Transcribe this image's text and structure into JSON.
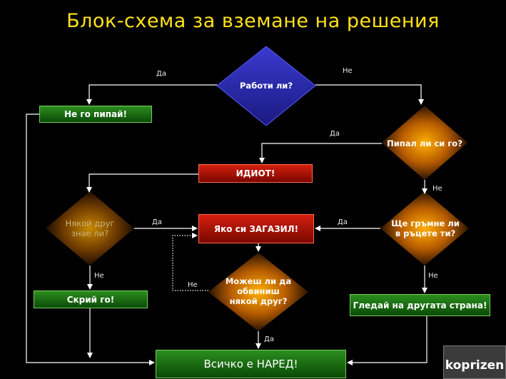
{
  "title": "Блок-схема за вземане на решения",
  "colors": {
    "background": "#000000",
    "title": "#ffe21a",
    "green_box": "#1f7a17",
    "red_box": "#c41a0b",
    "blue_diamond": "#2b2ba6",
    "orange_diamond": "#e07a00"
  },
  "nodes": {
    "works": "Работи ли?",
    "dont_touch": "Не го пипай!",
    "touched": "Пипал ли си го?",
    "idiot": "ИДИОТ!",
    "someone_knows": "Някой друг\nзнае ли?",
    "screwed": "Яко си ЗАГАЗИЛ!",
    "blow_up": "Ще гръмне ли\nв ръцете ти?",
    "blame": "Можеш ли да\nобвиниш\nнякой друг?",
    "hide": "Скрий го!",
    "look_away": "Гледай на другата страна!",
    "all_ok": "Всичко е НАРЕД!"
  },
  "edge_labels": {
    "works_yes": "Да",
    "works_no": "Не",
    "touched_yes": "Да",
    "touched_no": "Не",
    "knows_yes": "Да",
    "knows_no": "Не",
    "blow_yes": "Да",
    "blow_no": "Не",
    "blame_no": "Не",
    "blame_yes": "Да"
  },
  "logo": "koprizen"
}
